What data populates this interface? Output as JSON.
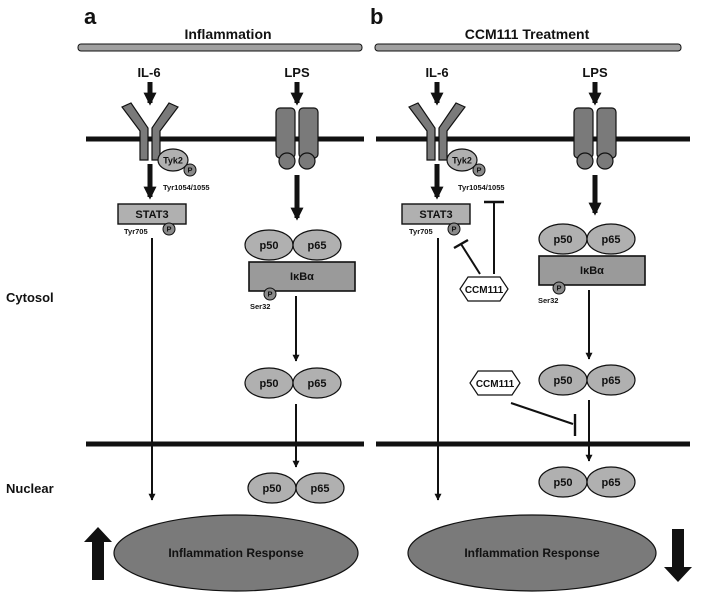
{
  "panels": {
    "a": {
      "letter": "a",
      "title": "Inflammation"
    },
    "b": {
      "letter": "b",
      "title": "CCM111 Treatment"
    }
  },
  "compartments": {
    "cytosol": "Cytosol",
    "nuclear": "Nuclear"
  },
  "labels": {
    "il6": "IL-6",
    "lps": "LPS",
    "tyk2": "Tyk2",
    "p": "P",
    "tyr1054": "Tyr1054/1055",
    "stat3": "STAT3",
    "tyr705": "Tyr705",
    "p50": "p50",
    "p65": "p65",
    "ikba": "IκBα",
    "ser32": "Ser32",
    "ccm111": "CCM111",
    "response": "Inflammation Response"
  },
  "colors": {
    "protein_fill": "#b0b0b0",
    "receptor_fill": "#7a7a7a",
    "header_bar": "#a0a0a0",
    "ink": "#111111"
  },
  "response_direction": {
    "a": "up",
    "b": "down"
  }
}
